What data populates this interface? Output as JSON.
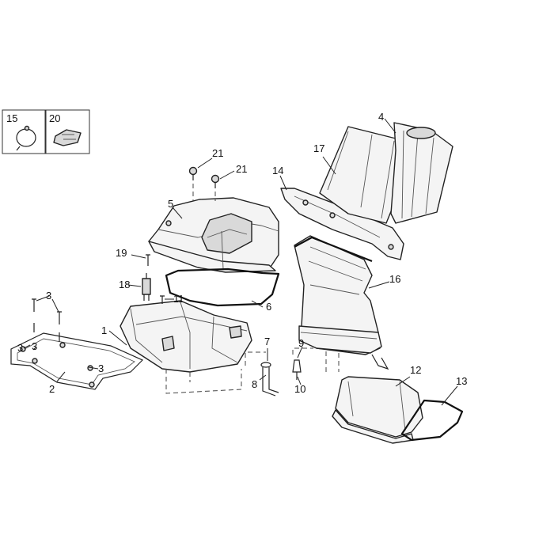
{
  "inset_labels": [
    "15",
    "20"
  ],
  "callouts": [
    "1",
    "2",
    "3",
    "3",
    "3",
    "3",
    "4",
    "5",
    "6",
    "7",
    "8",
    "9",
    "10",
    "11",
    "12",
    "13",
    "14",
    "16",
    "17",
    "18",
    "19",
    "21",
    "21"
  ]
}
